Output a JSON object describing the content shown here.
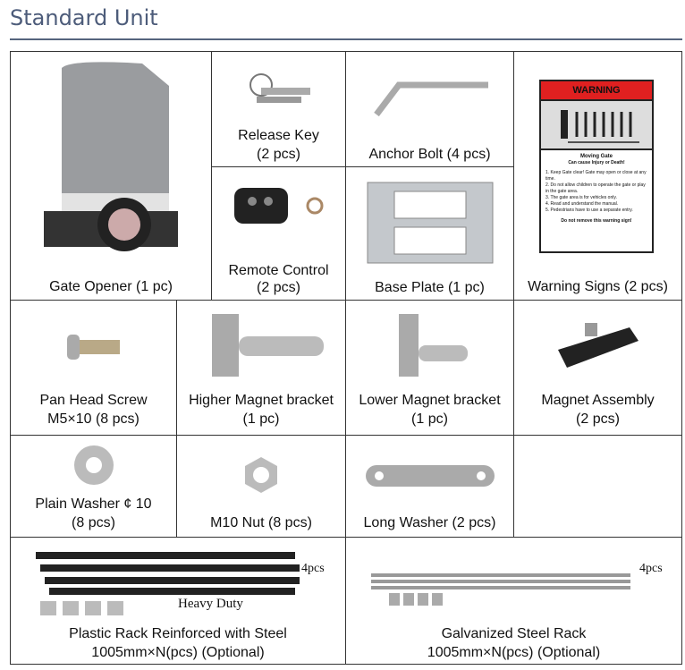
{
  "header": {
    "title": "Standard Unit"
  },
  "items": [
    {
      "name": "Gate Opener (1 pc)"
    },
    {
      "name": "Release Key",
      "qty": "(2 pcs)"
    },
    {
      "name": "Anchor Bolt (4 pcs)"
    },
    {
      "name": "Remote Control",
      "qty": "(2 pcs)"
    },
    {
      "name": "Base Plate (1 pc)"
    },
    {
      "name": "Warning Signs (2 pcs)"
    },
    {
      "name": "Pan Head Screw",
      "qty": "M5×10 (8 pcs)"
    },
    {
      "name": "Higher Magnet bracket",
      "qty": "(1 pc)"
    },
    {
      "name": "Lower Magnet bracket",
      "qty": "(1 pc)"
    },
    {
      "name": "Magnet Assembly",
      "qty": "(2 pcs)"
    },
    {
      "name": "Plain Washer ¢ 10",
      "qty": "(8 pcs)"
    },
    {
      "name": "M10 Nut (8 pcs)"
    },
    {
      "name": "Long Washer (2 pcs)"
    },
    {
      "name": "Plastic Rack Reinforced with Steel",
      "qty": "1005mm×N(pcs)  (Optional)",
      "count": "4pcs",
      "note": "Heavy Duty"
    },
    {
      "name": "Galvanized Steel Rack",
      "qty": "1005mm×N(pcs)  (Optional)",
      "count": "4pcs"
    }
  ],
  "warning_sign": {
    "heading": "WARNING",
    "title": "Moving Gate",
    "subtitle": "Can cause Injury or Death!",
    "rules": [
      "1. Keep Gate clear! Gate may open or close at any time.",
      "2. Do not allow children to operate the gate or play in the gate area.",
      "3. The gate area is for vehicles only.",
      "4. Read and understand the manual.",
      "5. Pedestrians have to use a separate entry."
    ],
    "footer": "Do not remove this warning sign!"
  }
}
